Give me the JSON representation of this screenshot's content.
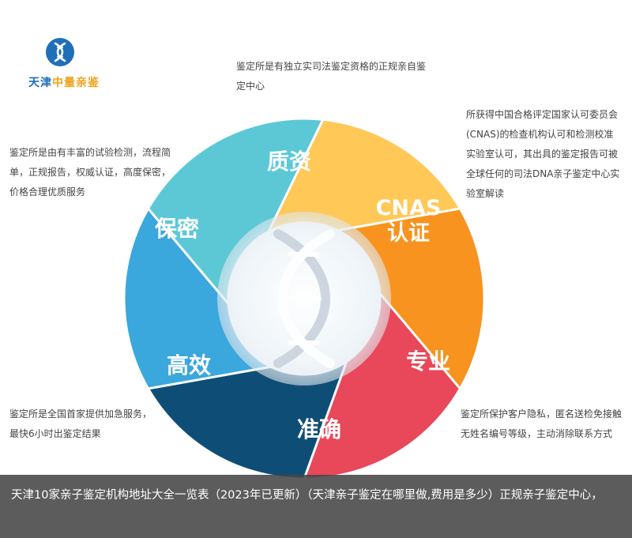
{
  "logo": {
    "name_part1": "天津",
    "name_part2": "中量亲鉴"
  },
  "segments": [
    {
      "label": "质资",
      "color": "#ffc857"
    },
    {
      "label_line1": "CNAS",
      "label_line2": "认证",
      "color": "#f7931e"
    },
    {
      "label": "专业",
      "color": "#e8485a"
    },
    {
      "label": "准确",
      "color": "#0e4e76"
    },
    {
      "label": "高效",
      "color": "#3aa7dd"
    },
    {
      "label": "保密",
      "color": "#5cc8d6"
    }
  ],
  "descriptions": {
    "top": "鉴定所是有独立实司法鉴定资格的正规亲自鉴定中心",
    "right": "所获得中国合格评定国家认可委员会(CNAS)的检查机构认可和检测校准实验室认可，其出具的鉴定报告可被全球任何的司法DNA亲子鉴定中心实验室解读",
    "left_top": "鉴定所是由有丰富的试验检测，流程简单，正规报告，权威认证，高度保密，价格合理优质服务",
    "left_bottom": "鉴定所是全国首家提供加急服务，最快6小时出鉴定结果",
    "right_bottom": "鉴定所保护客户隐私，匿名送检免接触无姓名编号等级，主动消除联系方式"
  },
  "caption": "天津10家亲子鉴定机构地址大全一览表（2023年已更新）（天津亲子鉴定在哪里做,费用是多少）正规亲子鉴定中心，"
}
